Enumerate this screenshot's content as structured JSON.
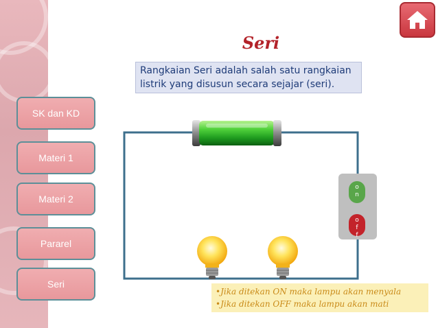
{
  "page": {
    "title": "Seri",
    "description": "Rangkaian Seri adalah salah satu rangkaian listrik yang disusun secara sejajar (seri)."
  },
  "nav": {
    "items": [
      {
        "label": "SK dan KD"
      },
      {
        "label": "Materi 1"
      },
      {
        "label": "Materi 2"
      },
      {
        "label": "Pararel"
      },
      {
        "label": "Seri"
      }
    ]
  },
  "home": {
    "icon": "home-icon"
  },
  "switch": {
    "on_label": "o\nn",
    "off_label": "o\nf\nf"
  },
  "notes": [
    "•Jika ditekan ON maka lampu akan menyala",
    "•Jika ditekan OFF maka lampu akan mati"
  ],
  "colors": {
    "accent": "#b3232a",
    "nav_bg": "#e8989c",
    "nav_border": "#5c8f98",
    "switch_on": "#59a64a",
    "switch_off": "#c3232a",
    "note_bg": "#fbf0b8"
  }
}
